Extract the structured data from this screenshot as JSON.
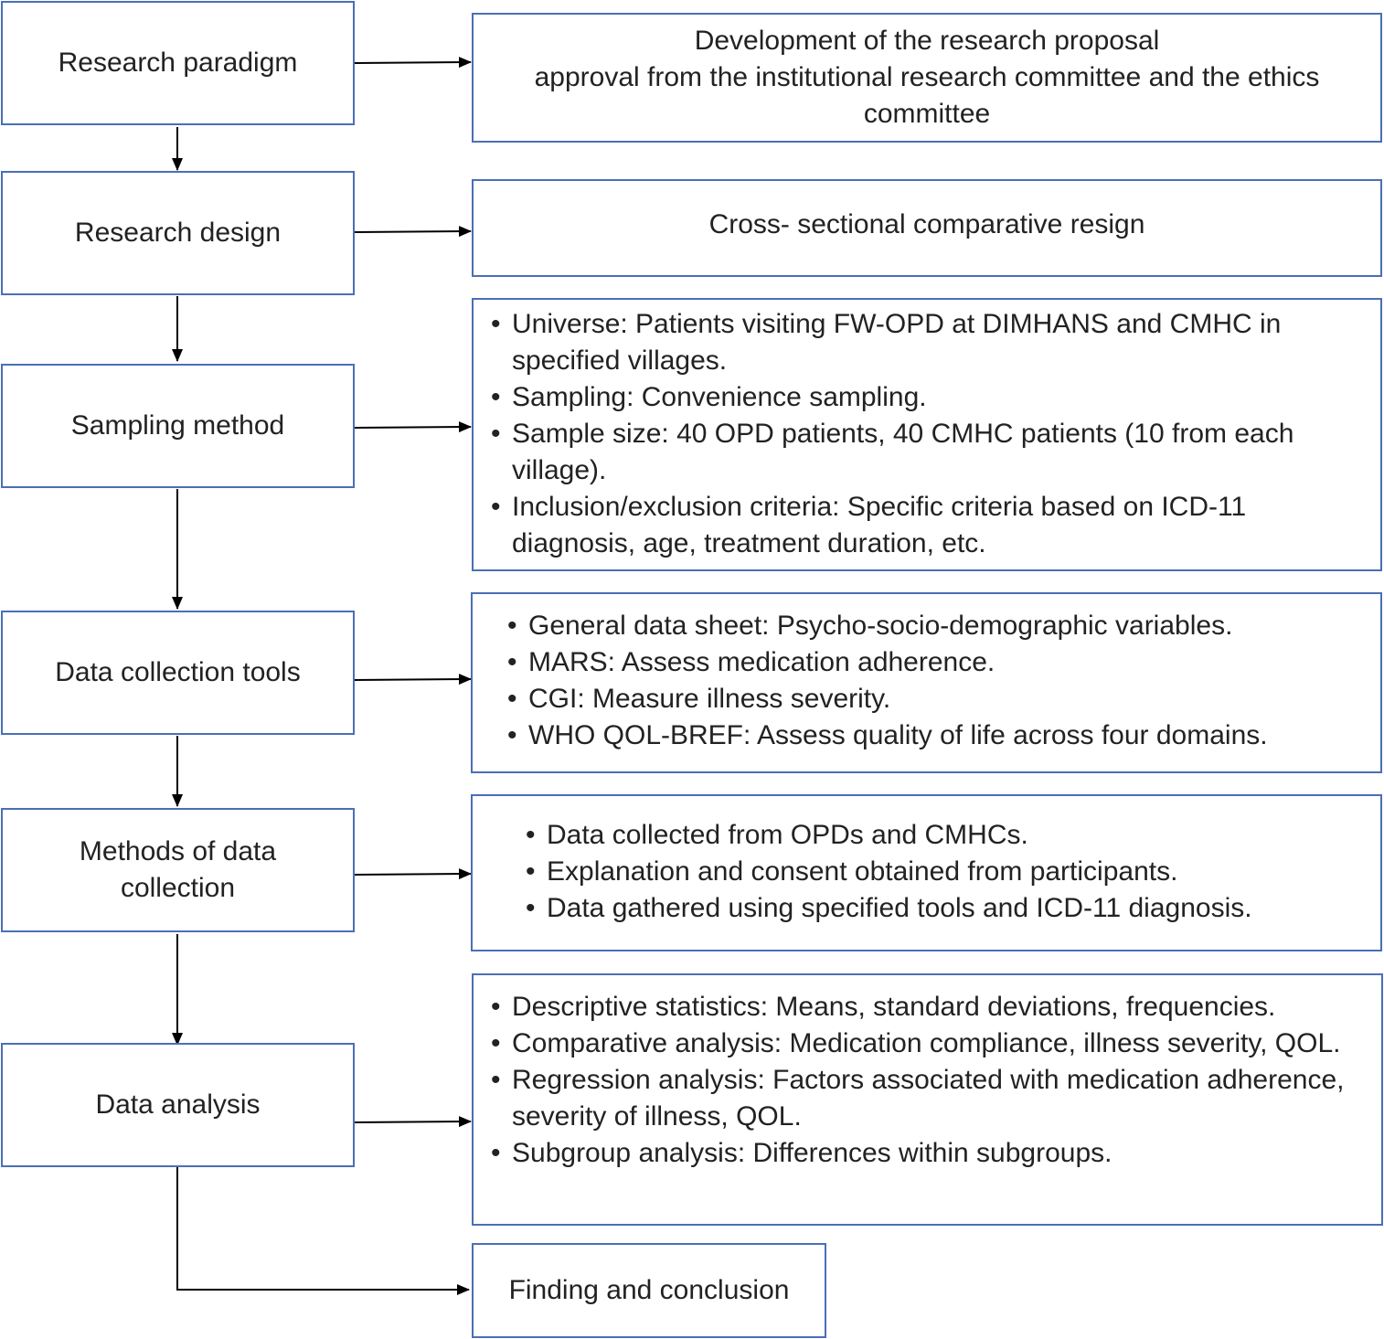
{
  "steps": [
    {
      "label": "Research paradigm"
    },
    {
      "label": "Research design"
    },
    {
      "label": "Sampling method"
    },
    {
      "label": "Data collection tools"
    },
    {
      "label": "Methods of data collection"
    },
    {
      "label": "Data analysis"
    }
  ],
  "details": {
    "proposal": {
      "line1": "Development of the research proposal",
      "line2": "approval from the institutional research committee and the ethics committee"
    },
    "design": {
      "text": "Cross- sectional comparative resign"
    },
    "sampling": {
      "bullets": [
        "Universe: Patients visiting FW-OPD at DIMHANS and CMHC in specified villages.",
        "Sampling: Convenience sampling.",
        "Sample size: 40 OPD patients, 40 CMHC patients (10 from each village).",
        "Inclusion/exclusion criteria: Specific criteria based on ICD-11 diagnosis, age, treatment duration, etc."
      ]
    },
    "tools": {
      "bullets": [
        "General data sheet: Psycho-socio-demographic variables.",
        "MARS: Assess medication adherence.",
        "CGI: Measure illness severity.",
        "WHO QOL-BREF: Assess quality of life across four domains."
      ]
    },
    "methods": {
      "bullets": [
        "Data collected from OPDs and CMHCs.",
        "Explanation and consent obtained from participants.",
        "Data gathered using specified tools and ICD-11 diagnosis."
      ]
    },
    "analysis": {
      "bullets": [
        "Descriptive statistics: Means, standard deviations, frequencies.",
        "Comparative analysis: Medication compliance, illness severity, QOL.",
        "Regression analysis: Factors associated with medication adherence, severity of illness, QOL.",
        "Subgroup analysis: Differences within subgroups."
      ]
    },
    "conclusion": {
      "text": "Finding and conclusion"
    }
  },
  "colors": {
    "box_border": "#4a6fb5",
    "arrow": "#000000",
    "text": "#222222"
  }
}
